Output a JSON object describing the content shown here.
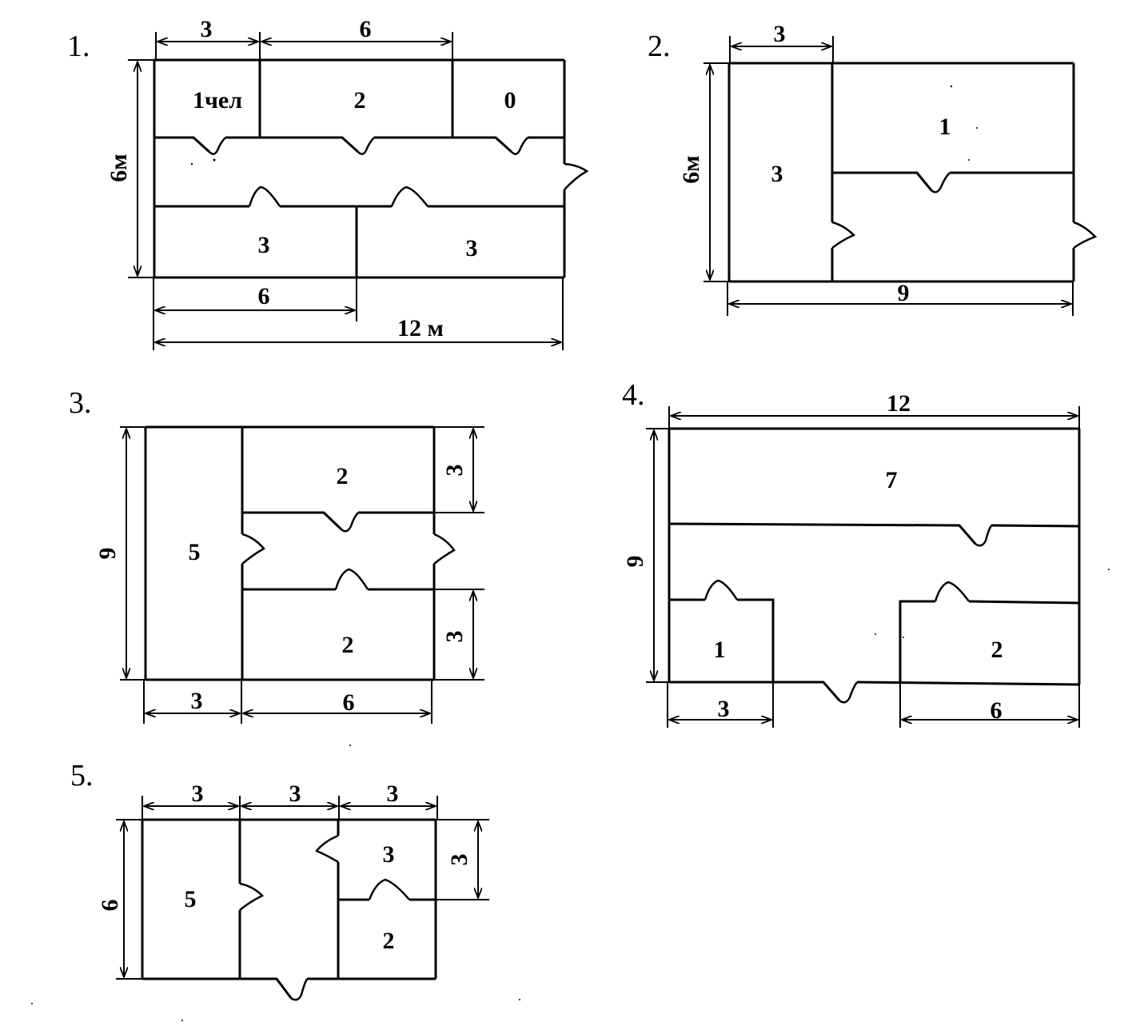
{
  "plans": [
    {
      "number": "1.",
      "dims": {
        "top_left": "3",
        "top_mid": "6",
        "left": "6м",
        "bottom_mid": "6",
        "bottom_total": "12 м"
      },
      "rooms": {
        "r1": "1чел",
        "r2": "2",
        "r3": "0",
        "r4": "3",
        "r5": "3"
      }
    },
    {
      "number": "2.",
      "dims": {
        "top": "3",
        "left": "6м",
        "bottom": "9"
      },
      "rooms": {
        "r1": "3",
        "r2": "1"
      }
    },
    {
      "number": "3.",
      "dims": {
        "left": "9",
        "right_top": "3",
        "right_bottom": "3",
        "bottom_left": "3",
        "bottom_right": "6"
      },
      "rooms": {
        "r1": "5",
        "r2": "2",
        "r3": "2"
      }
    },
    {
      "number": "4.",
      "dims": {
        "top": "12",
        "left": "9",
        "bottom_left": "3",
        "bottom_right": "6"
      },
      "rooms": {
        "r1": "7",
        "r2": "1",
        "r3": "2"
      }
    },
    {
      "number": "5.",
      "dims": {
        "top_1": "3",
        "top_2": "3",
        "top_3": "3",
        "left": "6",
        "right": "3"
      },
      "rooms": {
        "r1": "5",
        "r2": "3",
        "r3": "2"
      }
    }
  ]
}
